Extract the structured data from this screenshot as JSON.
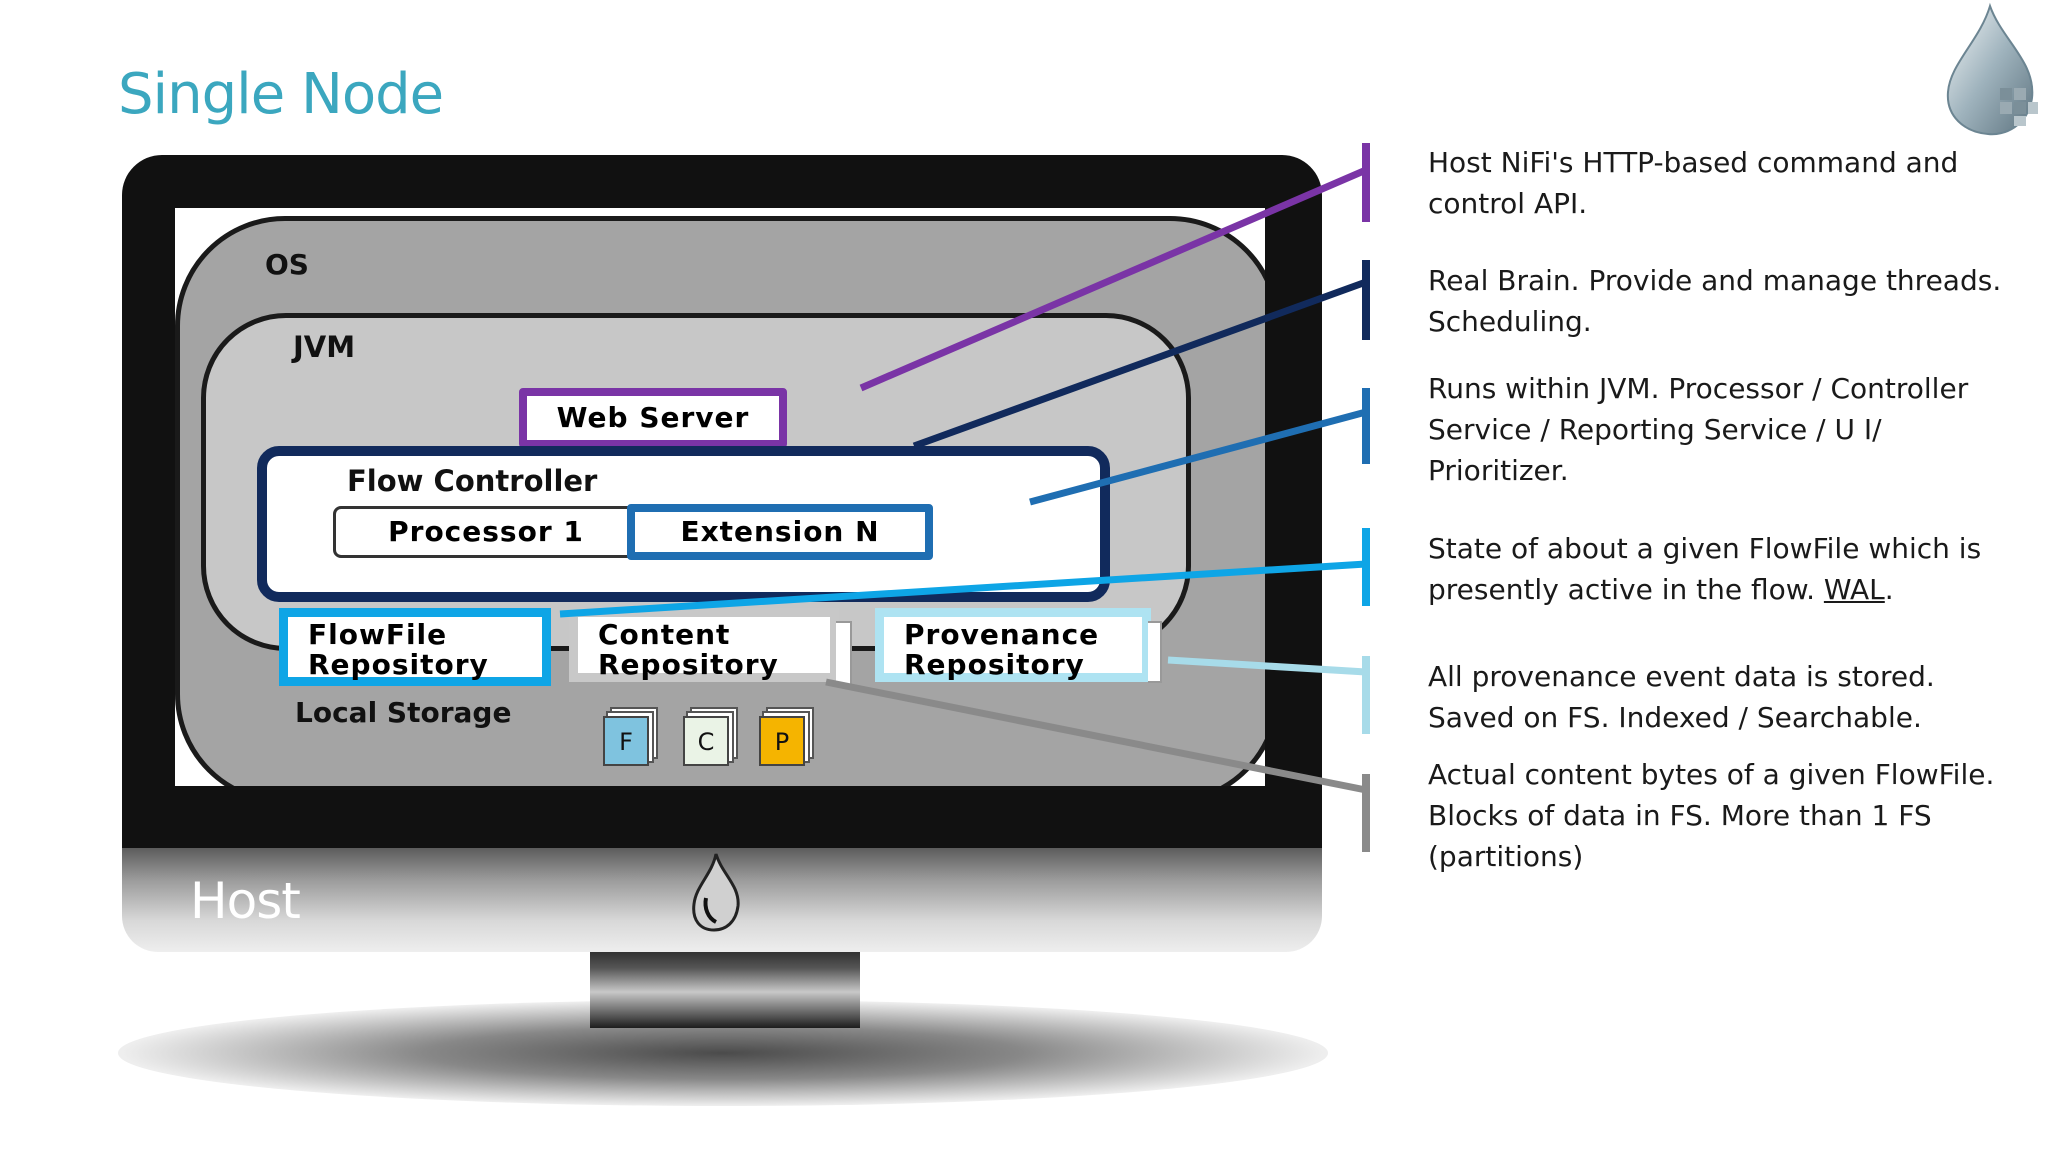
{
  "title": "Single Node",
  "host_label": "Host",
  "os_label": "OS",
  "jvm_label": "JVM",
  "web_server_label": "Web Server",
  "flow_controller_label": "Flow Controller",
  "processor_label": "Processor 1",
  "extension_label": "Extension N",
  "flowfile_repo": {
    "line1": "FlowFile",
    "line2": "Repository"
  },
  "content_repo": {
    "line1": "Content",
    "line2": "Repository"
  },
  "provenance_repo": {
    "line1": "Provenance",
    "line2": "Repository"
  },
  "local_storage_label": "Local Storage",
  "file_icons": {
    "f": "F",
    "c": "C",
    "p": "P"
  },
  "descriptions": {
    "web_server": "Host NiFi's HTTP-based command and control API.",
    "flow_controller": "Real Brain. Provide and manage threads. Scheduling.",
    "extension": "Runs within JVM. Processor / Controller Service / Reporting Service / U I/ Prioritizer.",
    "flowfile_repo_text": "State of about a given FlowFile which is presently active in the flow.",
    "flowfile_repo_link": "WAL",
    "flowfile_repo_end": ".",
    "provenance_repo": "All provenance event data is stored. Saved on FS. Indexed / Searchable.",
    "content_repo": "Actual content bytes of a given FlowFile. Blocks of data in FS. More than 1 FS (partitions)"
  },
  "colors": {
    "title": "#3ba7bf",
    "web_server": "#7a34a6",
    "flow_controller": "#112a5c",
    "extension": "#1f6eb2",
    "flowfile_repo": "#0ea5e6",
    "provenance_repo": "#a7dbe9",
    "content_repo": "#8a8a8a"
  }
}
